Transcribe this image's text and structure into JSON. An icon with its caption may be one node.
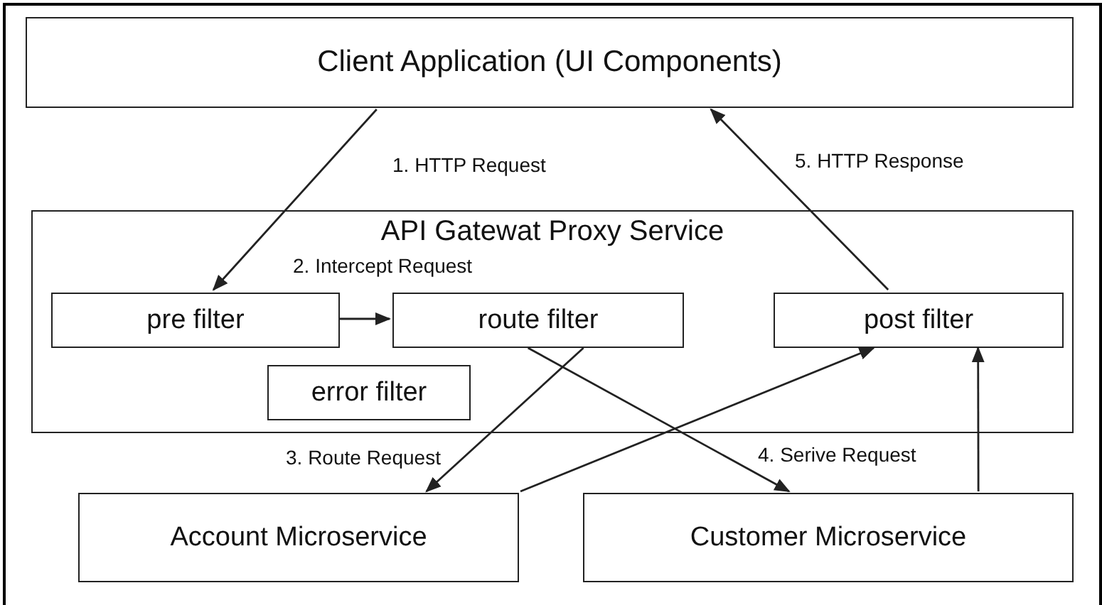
{
  "diagram": {
    "nodes": [
      {
        "text": [
          "Client Application (UI Components)"
        ]
      },
      {
        "text": [
          "API Gatewat Proxy Service"
        ]
      },
      {
        "text": [
          "pre filter"
        ],
        "in": 1
      },
      {
        "text": [
          "route filter"
        ],
        "in": 1
      },
      {
        "text": [
          "post filter"
        ],
        "in": 1
      },
      {
        "text": [
          "error filter"
        ],
        "in": 1
      },
      {
        "text": [
          "Account Microservice"
        ]
      },
      {
        "text": [
          "Customer Microservice"
        ]
      }
    ],
    "edges": [
      {
        "from": 0,
        "to": 2,
        "arrow": "to",
        "label": "1. HTTP Request"
      },
      {
        "from": 2,
        "to": 3,
        "arrow": "to"
      },
      {
        "from": 3,
        "to": 6,
        "arrow": "to",
        "label": "3. Route Request"
      },
      {
        "from": 3,
        "to": 7,
        "arrow": "to",
        "label": "4. Serive Request"
      },
      {
        "from": 6,
        "to": 4,
        "arrow": "to"
      },
      {
        "from": 7,
        "to": 4,
        "arrow": "to"
      },
      {
        "from": 4,
        "to": 0,
        "arrow": "to",
        "label": "5. HTTP Response"
      }
    ],
    "labels": [
      "2. Intercept Request"
    ]
  }
}
